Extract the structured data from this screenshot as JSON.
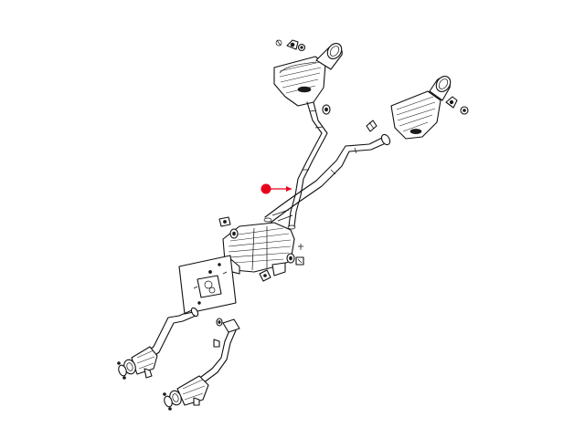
{
  "diagram": {
    "view": "exploded-parts-diagram",
    "subject": "exhaust-system",
    "colors": {
      "line": "#111111",
      "background": "#ffffff",
      "callout": "#e8001c"
    },
    "callout": {
      "highlighted_part": "x-pipe-crossover"
    }
  }
}
